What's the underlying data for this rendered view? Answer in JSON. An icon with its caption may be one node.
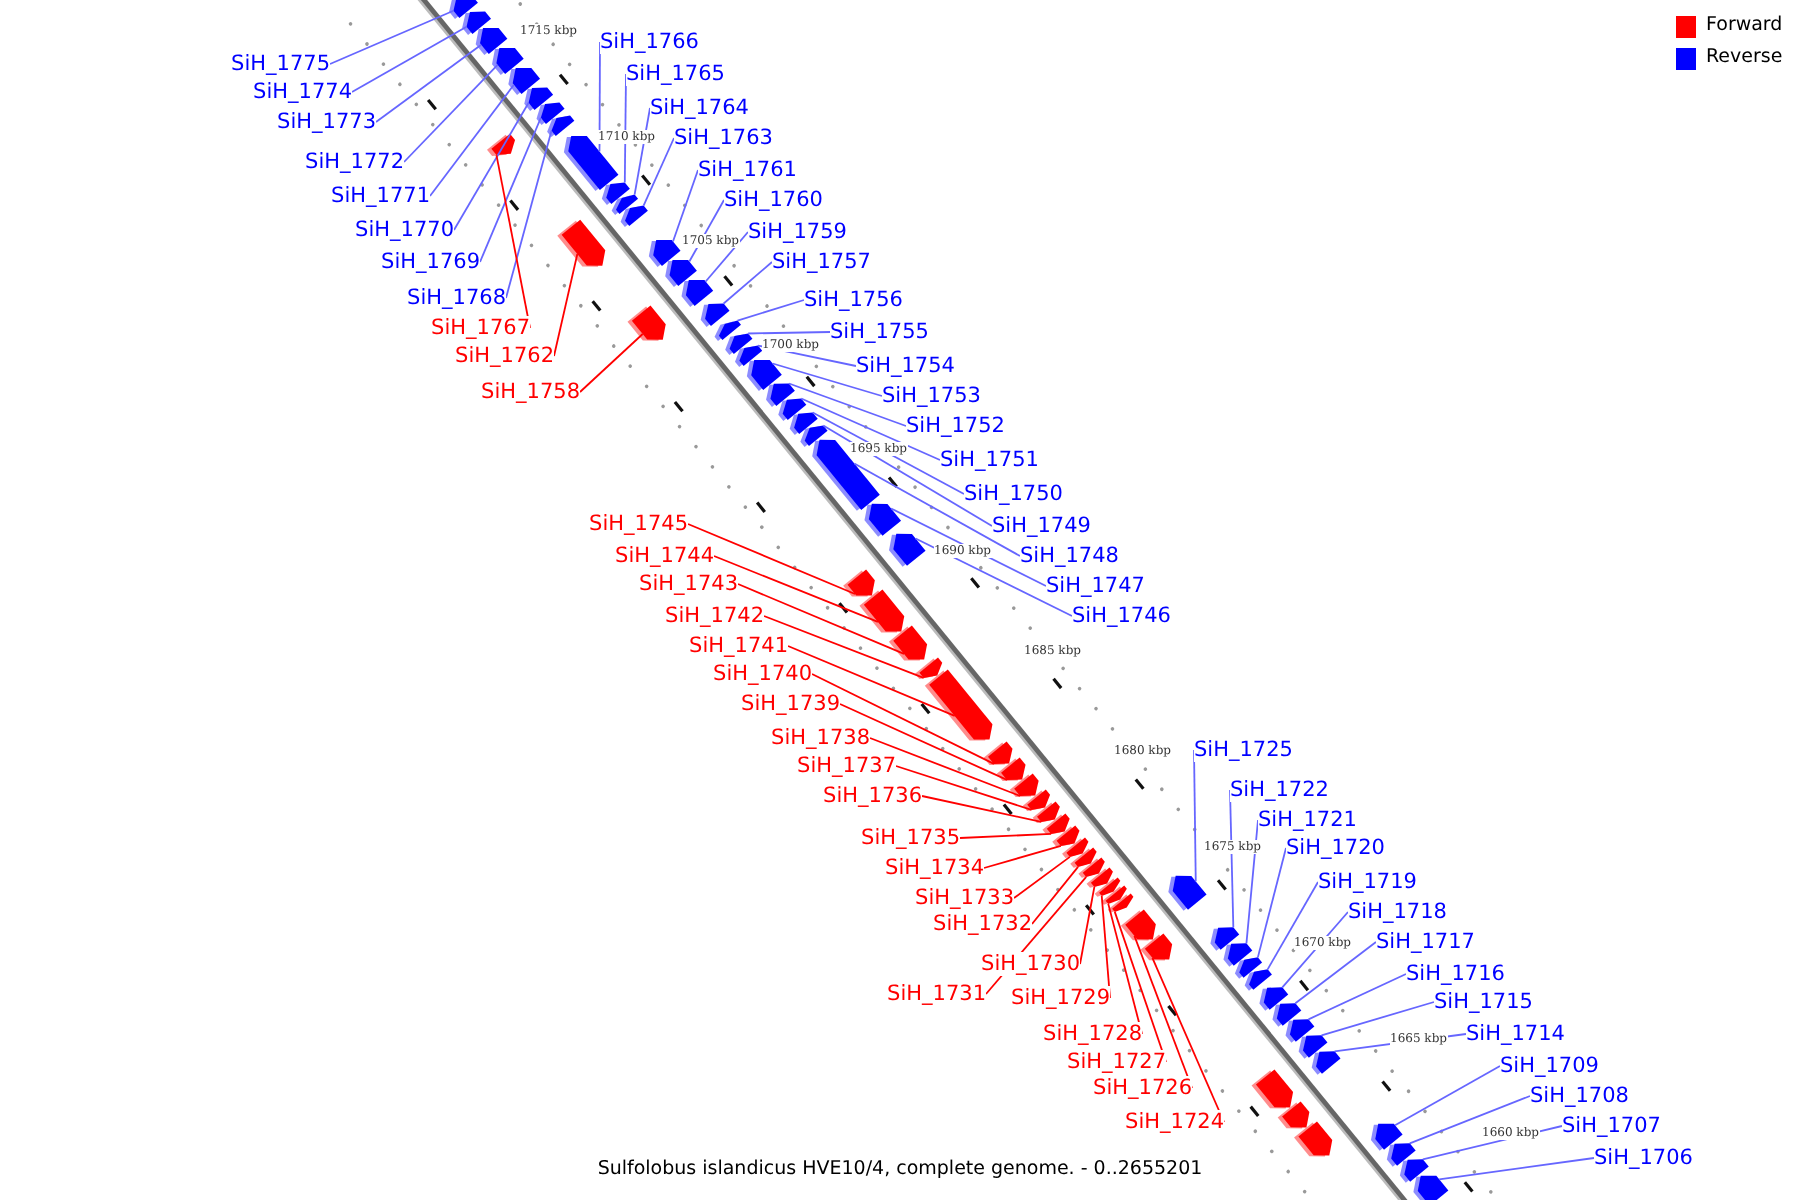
{
  "diagram": {
    "caption": "Sulfolobus islandicus HVE10/4, complete genome. - 0..2655201",
    "nodes": [
      {
        "text": [
          "SiH_1775"
        ]
      },
      {
        "text": [
          "SiH_1774"
        ]
      },
      {
        "text": [
          "SiH_1773"
        ]
      },
      {
        "text": [
          "SiH_1772"
        ]
      },
      {
        "text": [
          "SiH_1771"
        ]
      },
      {
        "text": [
          "SiH_1770"
        ]
      },
      {
        "text": [
          "SiH_1769"
        ]
      },
      {
        "text": [
          "SiH_1768"
        ]
      },
      {
        "text": [
          "SiH_1767"
        ]
      },
      {
        "text": [
          "SiH_1762"
        ]
      },
      {
        "text": [
          "SiH_1758"
        ]
      },
      {
        "text": [
          "SiH_1766"
        ]
      },
      {
        "text": [
          "SiH_1765"
        ]
      },
      {
        "text": [
          "SiH_1764"
        ]
      },
      {
        "text": [
          "SiH_1763"
        ]
      },
      {
        "text": [
          "SiH_1761"
        ]
      },
      {
        "text": [
          "SiH_1760"
        ]
      },
      {
        "text": [
          "SiH_1759"
        ]
      },
      {
        "text": [
          "SiH_1757"
        ]
      },
      {
        "text": [
          "SiH_1756"
        ]
      },
      {
        "text": [
          "SiH_1755"
        ]
      },
      {
        "text": [
          "SiH_1754"
        ]
      },
      {
        "text": [
          "SiH_1753"
        ]
      },
      {
        "text": [
          "SiH_1752"
        ]
      },
      {
        "text": [
          "SiH_1751"
        ]
      },
      {
        "text": [
          "SiH_1750"
        ]
      },
      {
        "text": [
          "SiH_1749"
        ]
      },
      {
        "text": [
          "SiH_1748"
        ]
      },
      {
        "text": [
          "SiH_1747"
        ]
      },
      {
        "text": [
          "SiH_1746"
        ]
      },
      {
        "text": [
          "SiH_1745"
        ]
      },
      {
        "text": [
          "SiH_1744"
        ]
      },
      {
        "text": [
          "SiH_1743"
        ]
      },
      {
        "text": [
          "SiH_1742"
        ]
      },
      {
        "text": [
          "SiH_1741"
        ]
      },
      {
        "text": [
          "SiH_1740"
        ]
      },
      {
        "text": [
          "SiH_1739"
        ]
      },
      {
        "text": [
          "SiH_1738"
        ]
      },
      {
        "text": [
          "SiH_1737"
        ]
      },
      {
        "text": [
          "SiH_1736"
        ]
      },
      {
        "text": [
          "SiH_1735"
        ]
      },
      {
        "text": [
          "SiH_1734"
        ]
      },
      {
        "text": [
          "SiH_1733"
        ]
      },
      {
        "text": [
          "SiH_1732"
        ]
      },
      {
        "text": [
          "SiH_1730"
        ]
      },
      {
        "text": [
          "SiH_1731"
        ]
      },
      {
        "text": [
          "SiH_1729"
        ]
      },
      {
        "text": [
          "SiH_1728"
        ]
      },
      {
        "text": [
          "SiH_1727"
        ]
      },
      {
        "text": [
          "SiH_1726"
        ]
      },
      {
        "text": [
          "SiH_1724"
        ]
      },
      {
        "text": [
          "SiH_1725"
        ]
      },
      {
        "text": [
          "SiH_1722"
        ]
      },
      {
        "text": [
          "SiH_1721"
        ]
      },
      {
        "text": [
          "SiH_1720"
        ]
      },
      {
        "text": [
          "SiH_1719"
        ]
      },
      {
        "text": [
          "SiH_1718"
        ]
      },
      {
        "text": [
          "SiH_1717"
        ]
      },
      {
        "text": [
          "SiH_1716"
        ]
      },
      {
        "text": [
          "SiH_1715"
        ]
      },
      {
        "text": [
          "SiH_1714"
        ]
      },
      {
        "text": [
          "SiH_1709"
        ]
      },
      {
        "text": [
          "SiH_1708"
        ]
      },
      {
        "text": [
          "SiH_1707"
        ]
      },
      {
        "text": [
          "SiH_1706"
        ]
      },
      {
        "text": [],
        "shape": "arrow"
      },
      {
        "text": [],
        "shape": "arrow"
      },
      {
        "text": [],
        "shape": "arrow"
      },
      {
        "text": [],
        "shape": "arrow"
      },
      {
        "text": [],
        "shape": "arrow"
      },
      {
        "text": [],
        "shape": "arrow"
      },
      {
        "text": [],
        "shape": "arrow"
      },
      {
        "text": [],
        "shape": "arrow"
      },
      {
        "text": [],
        "shape": "arrow"
      },
      {
        "text": [],
        "shape": "arrow"
      },
      {
        "text": [],
        "shape": "arrow"
      },
      {
        "text": [],
        "shape": "arrow"
      },
      {
        "text": [],
        "shape": "arrow"
      },
      {
        "text": [],
        "shape": "arrow"
      },
      {
        "text": [],
        "shape": "arrow"
      },
      {
        "text": [],
        "shape": "arrow"
      },
      {
        "text": [],
        "shape": "arrow"
      },
      {
        "text": [],
        "shape": "arrow"
      },
      {
        "text": [],
        "shape": "arrow"
      },
      {
        "text": [],
        "shape": "arrow"
      },
      {
        "text": [],
        "shape": "arrow"
      },
      {
        "text": [],
        "shape": "arrow"
      },
      {
        "text": [],
        "shape": "arrow"
      },
      {
        "text": [],
        "shape": "arrow"
      },
      {
        "text": [],
        "shape": "arrow"
      },
      {
        "text": [],
        "shape": "arrow"
      },
      {
        "text": [],
        "shape": "arrow"
      },
      {
        "text": [],
        "shape": "arrow"
      },
      {
        "text": [],
        "shape": "arrow"
      },
      {
        "text": [],
        "shape": "arrow"
      },
      {
        "text": [],
        "shape": "arrow"
      },
      {
        "text": [],
        "shape": "arrow"
      },
      {
        "text": [],
        "shape": "arrow"
      },
      {
        "text": [],
        "shape": "arrow"
      },
      {
        "text": [],
        "shape": "arrow"
      },
      {
        "text": [],
        "shape": "arrow"
      },
      {
        "text": [],
        "shape": "arrow"
      },
      {
        "text": [],
        "shape": "arrow"
      },
      {
        "text": [],
        "shape": "arrow"
      },
      {
        "text": [],
        "shape": "arrow"
      },
      {
        "text": [],
        "shape": "arrow"
      },
      {
        "text": [],
        "shape": "arrow"
      },
      {
        "text": [],
        "shape": "arrow"
      },
      {
        "text": [],
        "shape": "arrow"
      },
      {
        "text": [],
        "shape": "arrow"
      },
      {
        "text": [],
        "shape": "arrow"
      },
      {
        "text": [],
        "shape": "arrow"
      },
      {
        "text": [],
        "shape": "arrow"
      },
      {
        "text": [],
        "shape": "arrow"
      },
      {
        "text": [],
        "shape": "arrow"
      },
      {
        "text": [],
        "shape": "arrow"
      },
      {
        "text": [],
        "shape": "arrow"
      },
      {
        "text": [],
        "shape": "arrow"
      },
      {
        "text": [],
        "shape": "arrow"
      },
      {
        "text": [],
        "shape": "arrow"
      },
      {
        "text": [],
        "shape": "arrow"
      },
      {
        "text": [],
        "shape": "arrow"
      },
      {
        "text": [],
        "shape": "arrow"
      },
      {
        "text": [],
        "shape": "arrow"
      },
      {
        "text": [],
        "shape": "arrow"
      },
      {
        "text": [],
        "shape": "arrow"
      },
      {
        "text": [],
        "shape": "arrow"
      },
      {
        "text": [],
        "shape": "arrow"
      },
      {
        "text": [],
        "shape": "arrow"
      },
      {
        "text": [],
        "shape": "arrow"
      },
      {
        "text": [],
        "shape": "arrow"
      },
      {
        "text": [],
        "shape": "arrow"
      },
      {
        "text": [],
        "shape": "arrow"
      }
    ],
    "edges": [
      {
        "from": 0,
        "to": 65,
        "arrow": "none"
      },
      {
        "from": 1,
        "to": 66,
        "arrow": "none"
      },
      {
        "from": 2,
        "to": 67,
        "arrow": "none"
      },
      {
        "from": 3,
        "to": 68,
        "arrow": "none"
      },
      {
        "from": 4,
        "to": 69,
        "arrow": "none"
      },
      {
        "from": 5,
        "to": 70,
        "arrow": "none"
      },
      {
        "from": 6,
        "to": 71,
        "arrow": "none"
      },
      {
        "from": 7,
        "to": 72,
        "arrow": "none"
      },
      {
        "from": 8,
        "to": 73,
        "arrow": "none",
        "color": "#ff0000"
      },
      {
        "from": 9,
        "to": 74,
        "arrow": "none",
        "color": "#ff0000"
      },
      {
        "from": 10,
        "to": 75,
        "arrow": "none",
        "color": "#ff0000"
      },
      {
        "from": 11,
        "to": 76,
        "arrow": "none"
      },
      {
        "from": 12,
        "to": 77,
        "arrow": "none"
      },
      {
        "from": 13,
        "to": 78,
        "arrow": "none"
      },
      {
        "from": 14,
        "to": 79,
        "arrow": "none"
      },
      {
        "from": 15,
        "to": 80,
        "arrow": "none"
      },
      {
        "from": 16,
        "to": 81,
        "arrow": "none"
      },
      {
        "from": 17,
        "to": 82,
        "arrow": "none"
      },
      {
        "from": 18,
        "to": 83,
        "arrow": "none"
      },
      {
        "from": 19,
        "to": 84,
        "arrow": "none"
      },
      {
        "from": 20,
        "to": 85,
        "arrow": "none"
      },
      {
        "from": 21,
        "to": 86,
        "arrow": "none"
      },
      {
        "from": 22,
        "to": 87,
        "arrow": "none"
      },
      {
        "from": 23,
        "to": 88,
        "arrow": "none"
      },
      {
        "from": 24,
        "to": 89,
        "arrow": "none"
      },
      {
        "from": 25,
        "to": 90,
        "arrow": "none"
      },
      {
        "from": 26,
        "to": 91,
        "arrow": "none"
      },
      {
        "from": 27,
        "to": 92,
        "arrow": "none"
      },
      {
        "from": 28,
        "to": 93,
        "arrow": "none"
      },
      {
        "from": 29,
        "to": 94,
        "arrow": "none"
      },
      {
        "from": 30,
        "to": 95,
        "arrow": "none",
        "color": "#ff0000"
      },
      {
        "from": 31,
        "to": 96,
        "arrow": "none",
        "color": "#ff0000"
      },
      {
        "from": 32,
        "to": 97,
        "arrow": "none",
        "color": "#ff0000"
      },
      {
        "from": 33,
        "to": 98,
        "arrow": "none",
        "color": "#ff0000"
      },
      {
        "from": 34,
        "to": 99,
        "arrow": "none",
        "color": "#ff0000"
      },
      {
        "from": 35,
        "to": 100,
        "arrow": "none",
        "color": "#ff0000"
      },
      {
        "from": 36,
        "to": 101,
        "arrow": "none",
        "color": "#ff0000"
      },
      {
        "from": 37,
        "to": 102,
        "arrow": "none",
        "color": "#ff0000"
      },
      {
        "from": 38,
        "to": 103,
        "arrow": "none",
        "color": "#ff0000"
      },
      {
        "from": 39,
        "to": 104,
        "arrow": "none",
        "color": "#ff0000"
      },
      {
        "from": 40,
        "to": 105,
        "arrow": "none",
        "color": "#ff0000"
      },
      {
        "from": 41,
        "to": 106,
        "arrow": "none",
        "color": "#ff0000"
      },
      {
        "from": 42,
        "to": 107,
        "arrow": "none",
        "color": "#ff0000"
      },
      {
        "from": 43,
        "to": 108,
        "arrow": "none",
        "color": "#ff0000"
      },
      {
        "from": 44,
        "to": 109,
        "arrow": "none",
        "color": "#ff0000"
      },
      {
        "from": 45,
        "to": 110,
        "arrow": "none",
        "color": "#ff0000"
      },
      {
        "from": 46,
        "to": 111,
        "arrow": "none",
        "color": "#ff0000"
      },
      {
        "from": 47,
        "to": 112,
        "arrow": "none",
        "color": "#ff0000"
      },
      {
        "from": 48,
        "to": 113,
        "arrow": "none",
        "color": "#ff0000"
      },
      {
        "from": 49,
        "to": 114,
        "arrow": "none",
        "color": "#ff0000"
      },
      {
        "from": 50,
        "to": 115,
        "arrow": "none",
        "color": "#ff0000"
      },
      {
        "from": 51,
        "to": 116,
        "arrow": "none"
      },
      {
        "from": 52,
        "to": 117,
        "arrow": "none"
      },
      {
        "from": 53,
        "to": 118,
        "arrow": "none"
      },
      {
        "from": 54,
        "to": 119,
        "arrow": "none"
      },
      {
        "from": 55,
        "to": 120,
        "arrow": "none"
      },
      {
        "from": 56,
        "to": 121,
        "arrow": "none"
      },
      {
        "from": 57,
        "to": 122,
        "arrow": "none"
      },
      {
        "from": 58,
        "to": 123,
        "arrow": "none"
      },
      {
        "from": 59,
        "to": 124,
        "arrow": "none"
      },
      {
        "from": 60,
        "to": 125,
        "arrow": "none"
      },
      {
        "from": 61,
        "to": 126,
        "arrow": "none"
      },
      {
        "from": 62,
        "to": 127,
        "arrow": "none"
      },
      {
        "from": 63,
        "to": 128,
        "arrow": "none"
      },
      {
        "from": 64,
        "to": 129,
        "arrow": "none"
      }
    ],
    "labels": [
      "1715 kbp",
      "1710 kbp",
      "1705 kbp",
      "1700 kbp",
      "1695 kbp",
      "1690 kbp",
      "1685 kbp",
      "1680 kbp",
      "1675 kbp",
      "1670 kbp",
      "1665 kbp",
      "1660 kbp"
    ],
    "legend": [
      {
        "text": "Forward",
        "color": "#ff0000"
      },
      {
        "text": "Reverse",
        "color": "#0000ff"
      }
    ]
  }
}
